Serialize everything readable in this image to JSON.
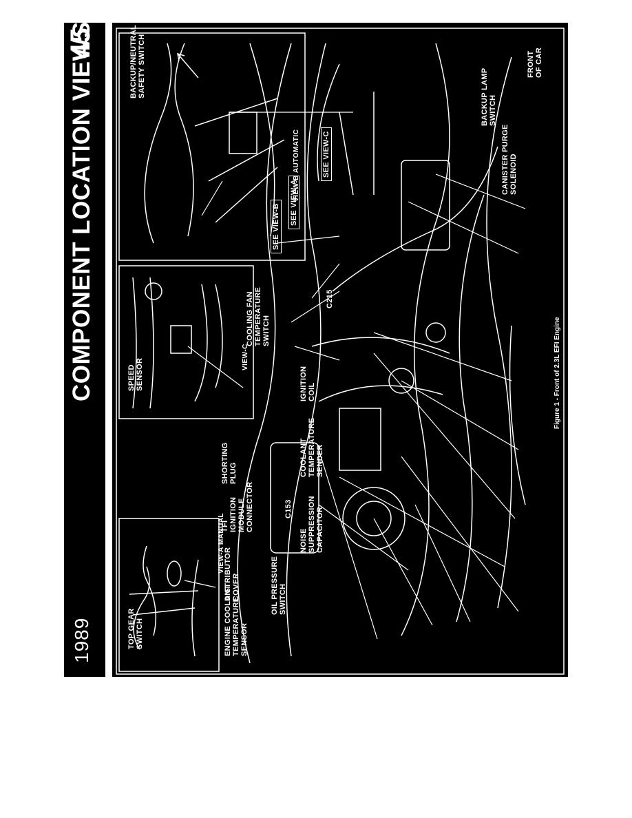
{
  "header": {
    "year": "1989",
    "title": "COMPONENT LOCATION VIEWS",
    "page_number": "45"
  },
  "views": {
    "view_a": "VIEW-A MANUAL",
    "view_b": "VIEW-B AUTOMATIC",
    "view_c": "VIEW-C"
  },
  "callouts": {
    "see_view_a": "SEE VIEW-A",
    "see_view_b": "SEE VIEW-B",
    "see_view_c": "SEE VIEW-C"
  },
  "labels": {
    "top_gear_switch": "TOP GEAR\nSWITCH",
    "speed_sensor": "SPEED\nSENSOR",
    "cooling_fan_switch": "COOLING FAN\nTEMPERATURE\nSWITCH",
    "backup_neutral_switch": "BACKUP/NEUTRAL\nSAFETY SWITCH",
    "front_of_car": "FRONT\nOF CAR",
    "backup_lamp_switch": "BACKUP LAMP\nSWITCH",
    "canister_purge": "CANISTER PURGE\nSOLENOID",
    "c215": "C215",
    "engine_coolant_sensor": "ENGINE COOLANT\nTEMPERATURE\nSENSOR",
    "distributor_cover": "DISTRIBUTOR\nCOVER",
    "tfi_connector": "TFI\nIGNITION\nMODULE\nCONNECTOR",
    "shorting_plug": "SHORTING\nPLUG",
    "c153": "C153",
    "oil_pressure_switch": "OIL PRESSURE\nSWITCH",
    "noise_capacitor": "NOISE\nSUPPRESSION\nCAPACITOR",
    "coolant_sender": "COOLANT\nTEMPERATURE\nSENDER",
    "ignition_coil": "IGNITION\nCOIL"
  },
  "caption": "Figure 1 - Front of 2.3L EFI Engine"
}
